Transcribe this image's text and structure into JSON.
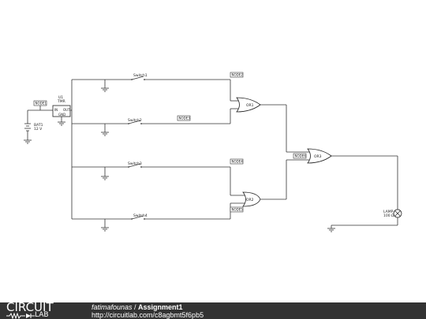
{
  "circuit": {
    "battery": {
      "name": "BAT1",
      "value": "12 V"
    },
    "timer": {
      "name": "U1",
      "type": "TMR",
      "pins": {
        "in": "IN",
        "out": "OUT",
        "gnd": "GND"
      }
    },
    "switches": [
      "Switch1",
      "Switch2",
      "Switch3",
      "Switch4"
    ],
    "gates": [
      "OR1",
      "OR2",
      "OR3"
    ],
    "lamp": {
      "name": "LAMP",
      "value": "100 Ω"
    },
    "nodes": [
      "NODE1",
      "NODE2",
      "NODE3",
      "NODE4",
      "NODE5",
      "NODE6"
    ]
  },
  "footer": {
    "logo_top": "CIRCUIT",
    "logo_bottom": "LAB",
    "author": "fatimafounas",
    "separator": " / ",
    "title": "Assignment1",
    "url": "http://circuitlab.com/c8agbmt5f6pb5"
  }
}
